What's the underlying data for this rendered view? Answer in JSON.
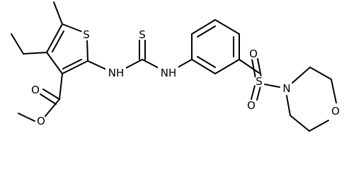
{
  "atoms": {
    "thiophene_s": "S",
    "thiourea_s": "S",
    "nh_left": "NH",
    "nh_right": "NH",
    "ester_o_carbonyl": "O",
    "ester_o_ether": "O",
    "sulfonyl_s": "S",
    "sulfonyl_o_top": "O",
    "sulfonyl_o_bottom": "O",
    "morpholine_n": "N",
    "morpholine_o": "O"
  },
  "colors": {
    "bond": "#000000",
    "text": "#000000",
    "background": "#ffffff"
  }
}
